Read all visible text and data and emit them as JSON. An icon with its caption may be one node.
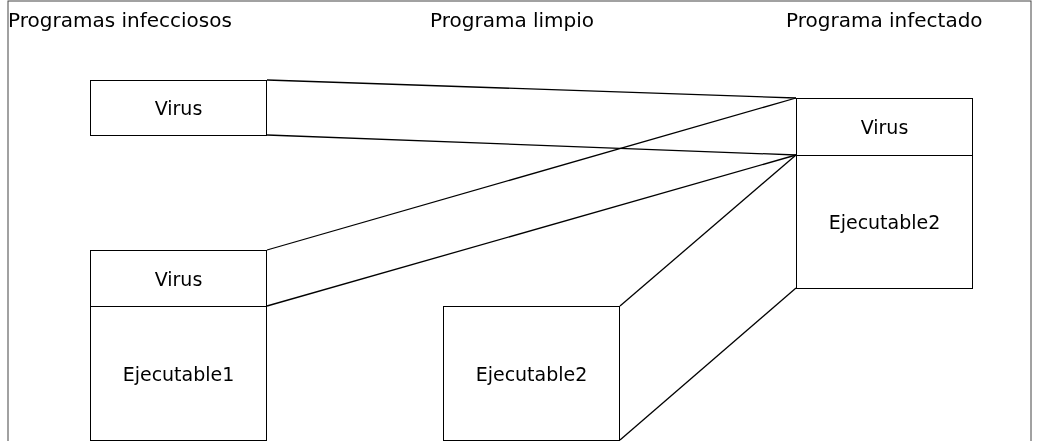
{
  "diagram": {
    "nodes": [
      {
        "text": [
          "Virus"
        ]
      },
      {
        "text": [
          "Virus"
        ]
      },
      {
        "text": [
          "Ejecutable1"
        ]
      },
      {
        "text": [
          "Ejecutable2"
        ]
      },
      {
        "text": [
          "Virus"
        ]
      },
      {
        "text": [
          "Ejecutable2"
        ]
      }
    ],
    "edges": [
      {
        "from": 0,
        "to": 4,
        "arrow": "none"
      },
      {
        "from": 0,
        "to": 4,
        "arrow": "none"
      },
      {
        "from": 1,
        "to": 4,
        "arrow": "none"
      },
      {
        "from": 1,
        "to": 4,
        "arrow": "none"
      },
      {
        "from": 3,
        "to": 5,
        "arrow": "none"
      },
      {
        "from": 3,
        "to": 5,
        "arrow": "none"
      }
    ],
    "labels": [
      "Programas infecciosos",
      "Programa limpio",
      "Programa infectado"
    ]
  }
}
